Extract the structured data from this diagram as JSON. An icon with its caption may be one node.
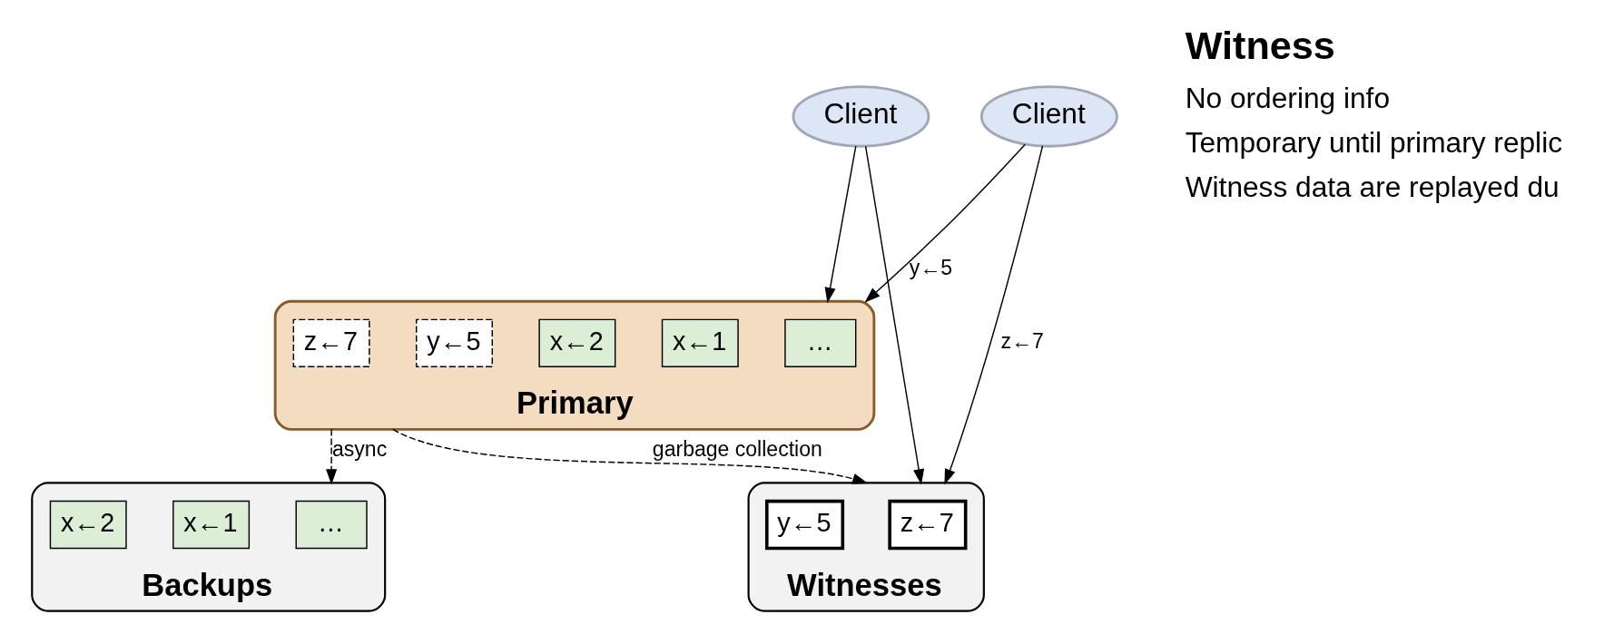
{
  "diagram": {
    "nodes": [
      {
        "text": [
          "Client"
        ]
      },
      {
        "text": [
          "Client"
        ]
      },
      {
        "text": [
          "Primary"
        ]
      },
      {
        "text": [
          "…"
        ],
        "in": 2
      },
      {
        "text": [
          "x←1"
        ],
        "in": 2
      },
      {
        "text": [
          "x←2"
        ],
        "in": 2
      },
      {
        "text": [
          "y←5"
        ],
        "in": 2
      },
      {
        "text": [
          "z←7"
        ],
        "in": 2
      },
      {
        "text": [
          "Backups"
        ]
      },
      {
        "text": [
          "…"
        ],
        "in": 8
      },
      {
        "text": [
          "x←1"
        ],
        "in": 8
      },
      {
        "text": [
          "x←2"
        ],
        "in": 8
      },
      {
        "text": [
          "Witnesses"
        ]
      },
      {
        "text": [
          "z←7"
        ],
        "in": 12
      },
      {
        "text": [
          "y←5"
        ],
        "in": 12
      }
    ],
    "edges": [
      {
        "from": 0,
        "to": 2,
        "arrow": "to",
        "label": "y←5"
      },
      {
        "from": 0,
        "to": 12,
        "arrow": "to",
        "label": "z←7"
      },
      {
        "from": 1,
        "to": 2,
        "arrow": "to"
      },
      {
        "from": 1,
        "to": 12,
        "arrow": "to"
      },
      {
        "from": 2,
        "to": 8,
        "arrow": "to",
        "label": "async",
        "style": "dashed"
      },
      {
        "from": 2,
        "to": 12,
        "arrow": "to",
        "label": "garbage collection",
        "style": "dashed"
      }
    ],
    "labels": [
      "Witness",
      "No ordering info",
      "Temporary until primary replic",
      "Witness data are replayed du"
    ]
  }
}
